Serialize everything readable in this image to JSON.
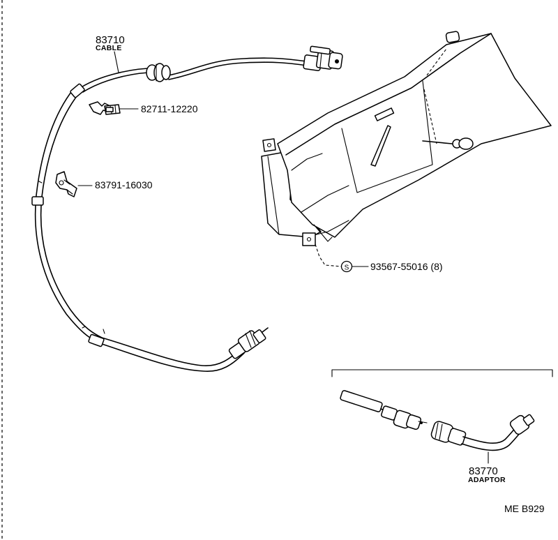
{
  "parts": {
    "cable": {
      "number": "83710",
      "name": "CABLE"
    },
    "clip_a": {
      "number": "82711-12220"
    },
    "clip_b": {
      "number": "83791-16030"
    },
    "screw": {
      "symbol": "S",
      "number": "93567-55016 (8)"
    },
    "adaptor": {
      "number": "83770",
      "name": "ADAPTOR"
    }
  },
  "diagram_code": "ME B929"
}
